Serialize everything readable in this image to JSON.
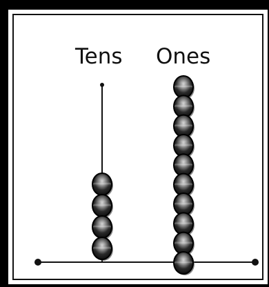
{
  "labels": {
    "tens": "Tens",
    "ones": "Ones"
  },
  "abacus": {
    "tens_beads": 4,
    "ones_beads": 10
  },
  "colors": {
    "background": "#000000",
    "panel": "#ffffff",
    "line": "#111111",
    "bead_dark": "#111111",
    "bead_light": "#d9d9d9"
  }
}
